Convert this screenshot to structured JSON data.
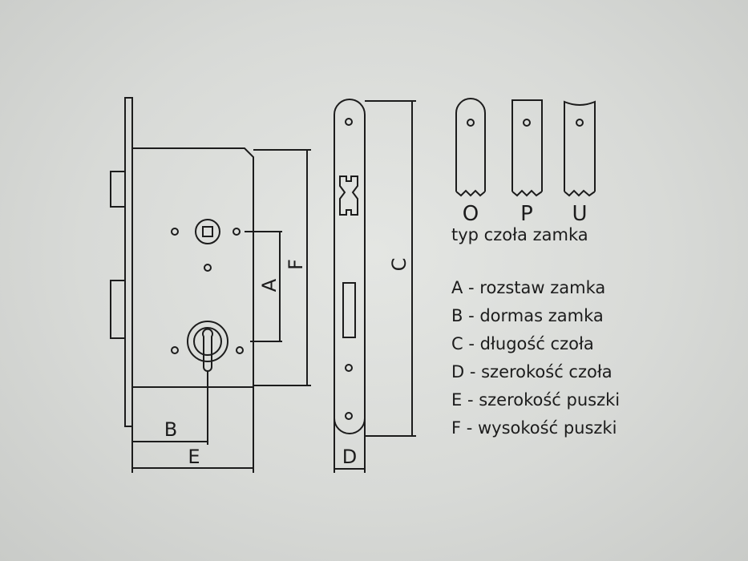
{
  "dimension_labels": {
    "A": "A",
    "B": "B",
    "C": "C",
    "D": "D",
    "E": "E",
    "F": "F"
  },
  "faceplate_types": [
    {
      "code": "O"
    },
    {
      "code": "P"
    },
    {
      "code": "U"
    }
  ],
  "faceplate_caption": "typ czoła zamka",
  "legend": [
    "A - rozstaw zamka",
    "B - dormas zamka",
    "C - długość czoła",
    "D - szerokość czoła",
    "E - szerokość puszki",
    "F - wysokość puszki"
  ]
}
